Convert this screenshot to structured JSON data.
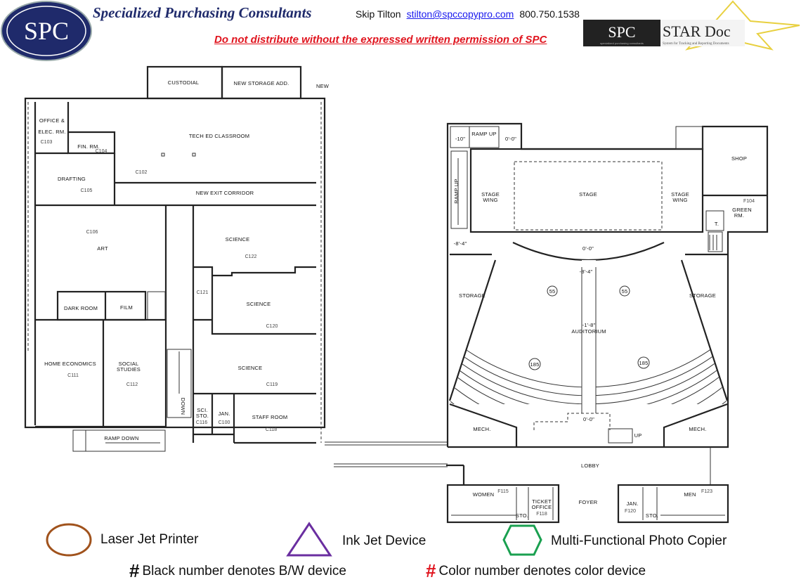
{
  "header": {
    "logo_text": "SPC",
    "company": "Specialized Purchasing Consultants",
    "contact_name": "Skip Tilton",
    "email": "stilton@spccopypro.com",
    "phone": "800.750.1538",
    "warning": "Do not distribute without the expressed written permission of SPC",
    "star_logo_left": "SPC",
    "star_logo_right": "STAR Doc",
    "star_logo_sub": "specialized purchasing consultants",
    "star_logo_tagline": "System for Tracking and Reporting Documents"
  },
  "colors": {
    "navy": "#1f2a6b",
    "warning": "#e0141e",
    "laser": "#a0521c",
    "inkjet": "#6a2ea0",
    "mfp": "#1aa050"
  },
  "rooms": [
    {
      "label": "CUSTODIAL"
    },
    {
      "label": "NEW STORAGE ADD."
    },
    {
      "label": "OFFICE &",
      "label2": "ELEC. RM.",
      "number": "C103"
    },
    {
      "label": "FIN. RM.",
      "number": "C104"
    },
    {
      "label": "TECH ED CLASSROOM",
      "number": "C102"
    },
    {
      "label": "DRAFTING",
      "number": "C105"
    },
    {
      "label": "NEW EXIT CORRIDOR"
    },
    {
      "label": "ART",
      "number": "C106"
    },
    {
      "label": "DARK ROOM"
    },
    {
      "label": "FILM"
    },
    {
      "label": "HOME ECONOMICS",
      "number": "C111"
    },
    {
      "label": "SOCIAL",
      "label2": "STUDIES",
      "number": "C112"
    },
    {
      "label": "RAMP DOWN"
    },
    {
      "label": "DOWN"
    },
    {
      "label": "SCIENCE",
      "number": "C122"
    },
    {
      "label": "C121"
    },
    {
      "label": "SCIENCE",
      "number": "C120"
    },
    {
      "label": "SCIENCE",
      "number": "C119"
    },
    {
      "label": "SCI.",
      "label2": "STO.",
      "number": "C116"
    },
    {
      "label": "JAN.",
      "number": "C100"
    },
    {
      "label": "STAFF ROOM",
      "number": "C118"
    },
    {
      "label": "NEW"
    }
  ],
  "auditorium": {
    "rooms": [
      {
        "label": "-10\""
      },
      {
        "label": "RAMP UP"
      },
      {
        "label": "0'-0\""
      },
      {
        "label": "RAMP UP"
      },
      {
        "label": "STAGE",
        "label2": "WING"
      },
      {
        "label": "STAGE"
      },
      {
        "label": "STAGE",
        "label2": "WING"
      },
      {
        "label": "SHOP"
      },
      {
        "label": "GREEN",
        "label2": "RM.",
        "number": "F104"
      },
      {
        "label": "T."
      },
      {
        "label": "-8'-4\""
      },
      {
        "label": "0'-0\""
      },
      {
        "label": "-8'-4\""
      },
      {
        "label": "STORAGE"
      },
      {
        "label": "STORAGE"
      },
      {
        "label": "-1'-8\""
      },
      {
        "label": "AUDITORIUM"
      },
      {
        "label": "MECH."
      },
      {
        "label": "MECH."
      },
      {
        "label": "0'-0\""
      },
      {
        "label": "UP"
      },
      {
        "label": "LOBBY"
      },
      {
        "label": "WOMEN",
        "number": "F115"
      },
      {
        "label": "STO."
      },
      {
        "label": "TICKET",
        "label2": "OFFICE",
        "number": "F118"
      },
      {
        "label": "FOYER"
      },
      {
        "label": "JAN.",
        "number": "F120"
      },
      {
        "label": "STO."
      },
      {
        "label": "MEN",
        "number": "F123"
      }
    ],
    "seat_counts": [
      "55",
      "55",
      "185",
      "185"
    ]
  },
  "legend": {
    "laser": "Laser Jet Printer",
    "inkjet": "Ink Jet Device",
    "mfp": "Multi-Functional Photo Copier",
    "hash": "#",
    "bw": "Black number denotes B/W device",
    "color": "Color number denotes color device"
  }
}
